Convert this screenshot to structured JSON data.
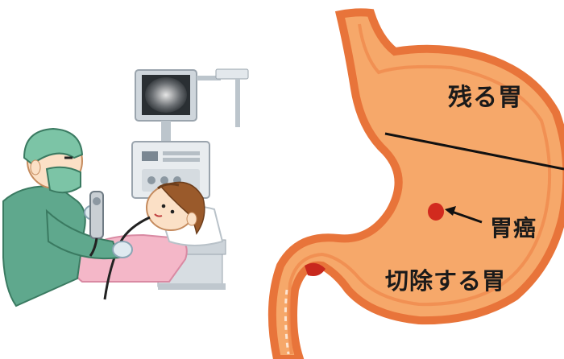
{
  "labels": {
    "remaining_stomach": "残る胃",
    "cancer": "胃癌",
    "resected_stomach": "切除する胃"
  },
  "icons": {
    "doctor": "doctor-in-surgical-cap-and-mask",
    "patient": "patient-lying-on-bed",
    "monitor": "endoscopy-monitor",
    "stomach": "stomach-cross-section",
    "tumor": "gastric-tumor"
  },
  "colors": {
    "stomach_fill": "#f6a86a",
    "stomach_outline": "#e8743a",
    "tumor": "#d22a1e",
    "gown": "#5fa88d",
    "cap": "#7cc4a6",
    "blanket": "#f4b7c8",
    "bed": "#d7dde2",
    "monitor_frame": "#cfd6dc"
  }
}
